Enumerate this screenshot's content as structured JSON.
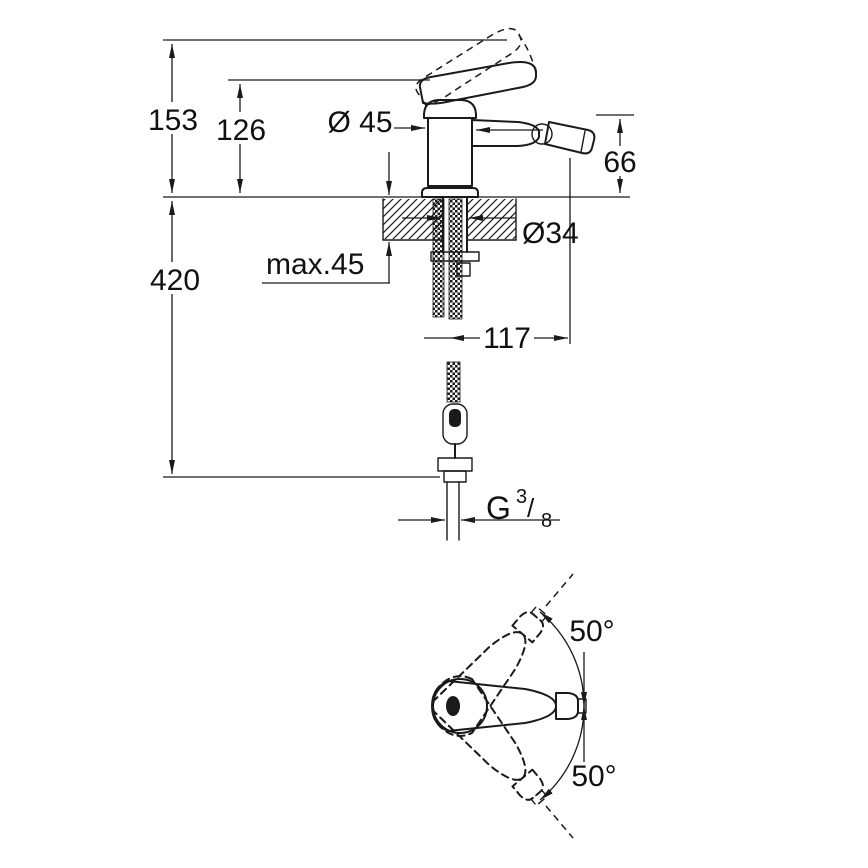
{
  "colors": {
    "ink": "#1a1a1a",
    "background": "#ffffff"
  },
  "dimensions": {
    "overall_height": "153",
    "handle_height": "126",
    "body_diameter": "Ø 45",
    "spout_height": "66",
    "hose_length": "420",
    "max_mounting_thickness": "max.45",
    "hole_diameter": "Ø34",
    "spout_reach": "117",
    "thread": {
      "g": "G",
      "numerator": "3",
      "slash": "/",
      "denominator": "8"
    },
    "handle_angle_up": "50°",
    "handle_angle_down": "50°"
  }
}
